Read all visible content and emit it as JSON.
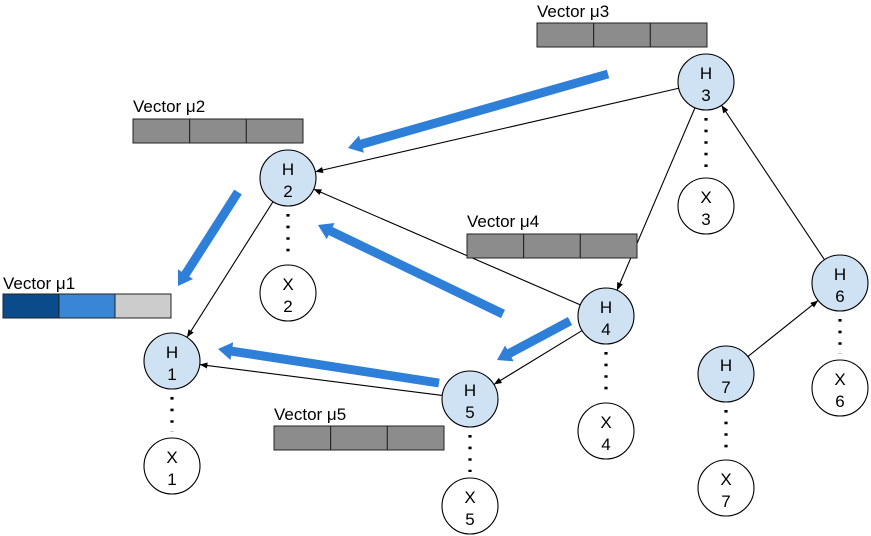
{
  "colors": {
    "hidden_fill": "#cfe2f3",
    "observed_fill": "#ffffff",
    "cell_gray": "#8c8c8c",
    "cell_dark_blue": "#0b4a8b",
    "cell_blue": "#3a86d6",
    "cell_light_gray": "#cccccc",
    "message_arrow": "#2e7fd8",
    "edge": "#000000"
  },
  "vectors": [
    {
      "id": "mu1",
      "label": "Vector μ1",
      "cells": [
        "dark-blue",
        "blue",
        "light-gray"
      ]
    },
    {
      "id": "mu2",
      "label": "Vector μ2",
      "cells": [
        "gray",
        "gray",
        "gray"
      ]
    },
    {
      "id": "mu3",
      "label": "Vector μ3",
      "cells": [
        "gray",
        "gray",
        "gray"
      ]
    },
    {
      "id": "mu4",
      "label": "Vector μ4",
      "cells": [
        "gray",
        "gray",
        "gray"
      ]
    },
    {
      "id": "mu5",
      "label": "Vector μ5",
      "cells": [
        "gray",
        "gray",
        "gray"
      ]
    }
  ],
  "hidden_nodes": [
    {
      "id": "H1",
      "letter": "H",
      "index": "1"
    },
    {
      "id": "H2",
      "letter": "H",
      "index": "2"
    },
    {
      "id": "H3",
      "letter": "H",
      "index": "3"
    },
    {
      "id": "H4",
      "letter": "H",
      "index": "4"
    },
    {
      "id": "H5",
      "letter": "H",
      "index": "5"
    },
    {
      "id": "H6",
      "letter": "H",
      "index": "6"
    },
    {
      "id": "H7",
      "letter": "H",
      "index": "7"
    }
  ],
  "observed_nodes": [
    {
      "id": "X1",
      "letter": "X",
      "index": "1"
    },
    {
      "id": "X2",
      "letter": "X",
      "index": "2"
    },
    {
      "id": "X3",
      "letter": "X",
      "index": "3"
    },
    {
      "id": "X4",
      "letter": "X",
      "index": "4"
    },
    {
      "id": "X5",
      "letter": "X",
      "index": "5"
    },
    {
      "id": "X6",
      "letter": "X",
      "index": "6"
    },
    {
      "id": "X7",
      "letter": "X",
      "index": "7"
    }
  ],
  "edges": [
    {
      "from": "H3",
      "to": "H2"
    },
    {
      "from": "H3",
      "to": "H4"
    },
    {
      "from": "H6",
      "to": "H3"
    },
    {
      "from": "H2",
      "to": "H1"
    },
    {
      "from": "H4",
      "to": "H2"
    },
    {
      "from": "H4",
      "to": "H5"
    },
    {
      "from": "H5",
      "to": "H1"
    },
    {
      "from": "H7",
      "to": "H6"
    }
  ],
  "observation_links": [
    {
      "from": "H1",
      "to": "X1"
    },
    {
      "from": "H2",
      "to": "X2"
    },
    {
      "from": "H3",
      "to": "X3"
    },
    {
      "from": "H4",
      "to": "X4"
    },
    {
      "from": "H5",
      "to": "X5"
    },
    {
      "from": "H6",
      "to": "X6"
    },
    {
      "from": "H7",
      "to": "X7"
    }
  ],
  "messages": [
    {
      "from": "H3",
      "to": "H2"
    },
    {
      "from": "H2",
      "to": "H1"
    },
    {
      "from": "H4",
      "to": "H2"
    },
    {
      "from": "H4",
      "to": "H5"
    },
    {
      "from": "H5",
      "to": "H1"
    }
  ]
}
